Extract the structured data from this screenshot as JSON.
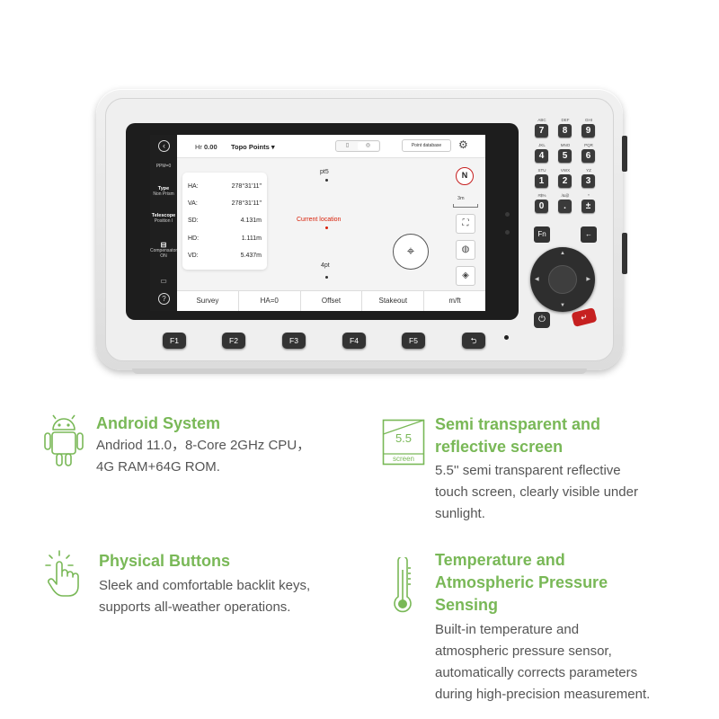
{
  "device": {
    "screen": {
      "left_sidebar": {
        "back_icon": "chevron-left-icon",
        "ppm": "PPM=0",
        "type_label": "Type",
        "type_value": "Non Prism",
        "telescope_label": "Telescope",
        "telescope_value": "Position I",
        "compensator_label": "Compensator",
        "compensator_value": "ON",
        "help_icon": "?"
      },
      "topbar": {
        "hr_label": "Hr",
        "hr_value": "0.00",
        "mode": "Topo Points ▾",
        "point_database": "Point database",
        "settings_icon": "⚙"
      },
      "measurements": [
        {
          "key": "HA:",
          "value": "278°31'11\""
        },
        {
          "key": "VA:",
          "value": "278°31'11\""
        },
        {
          "key": "SD:",
          "value": "4.131m"
        },
        {
          "key": "HD:",
          "value": "1.111m"
        },
        {
          "key": "VD:",
          "value": "5.437m"
        }
      ],
      "map": {
        "point_top": "pt5",
        "point_bottom": "4pt",
        "current_location": "Current location",
        "compass": "N",
        "scale": "3m"
      },
      "softkeys": [
        "Survey",
        "HA=0",
        "Offset",
        "Stakeout",
        "m/ft"
      ]
    },
    "function_keys": [
      "F1",
      "F2",
      "F3",
      "F4",
      "F5",
      "⮌"
    ],
    "keypad": {
      "keys": [
        {
          "label": "7",
          "sub": "ABC"
        },
        {
          "label": "8",
          "sub": "DEF"
        },
        {
          "label": "9",
          "sub": "GHI"
        },
        {
          "label": "4",
          "sub": "JKL"
        },
        {
          "label": "5",
          "sub": "MNO"
        },
        {
          "label": "6",
          "sub": "PQR"
        },
        {
          "label": "1",
          "sub": "STU"
        },
        {
          "label": "2",
          "sub": "VWX"
        },
        {
          "label": "3",
          "sub": "YZ"
        },
        {
          "label": "0",
          "sub": "#$%"
        },
        {
          "label": ".",
          "sub": "/&@"
        },
        {
          "label": "±",
          "sub": "*"
        }
      ],
      "fn": "Fn",
      "backspace": "←",
      "power": "⏻",
      "enter": "↵"
    }
  },
  "features": [
    {
      "icon": "android-icon",
      "title": "Android System",
      "desc1": "Andriod 11.0，8-Core 2GHz CPU，",
      "desc2": "4G RAM+64G ROM."
    },
    {
      "icon": "screen-icon",
      "icon_number": "5.5",
      "icon_caption": "screen",
      "title1": "Semi transparent and",
      "title2": "reflective screen",
      "desc1": "5.5'' semi transparent reflective",
      "desc2": "touch screen, clearly visible under",
      "desc3": "sunlight."
    },
    {
      "icon": "touch-hand-icon",
      "title": "Physical Buttons",
      "desc1": "Sleek and comfortable backlit keys,",
      "desc2": "supports all-weather operations."
    },
    {
      "icon": "thermometer-icon",
      "title1": "Temperature and",
      "title2": "Atmospheric Pressure",
      "title3": "Sensing",
      "desc1": "Built-in temperature and",
      "desc2": "atmospheric pressure sensor,",
      "desc3": "automatically corrects parameters",
      "desc4": "during high-precision measurement."
    }
  ],
  "colors": {
    "accent_green": "#79b857",
    "alert_red": "#d81e06",
    "key_dark": "#333333"
  }
}
